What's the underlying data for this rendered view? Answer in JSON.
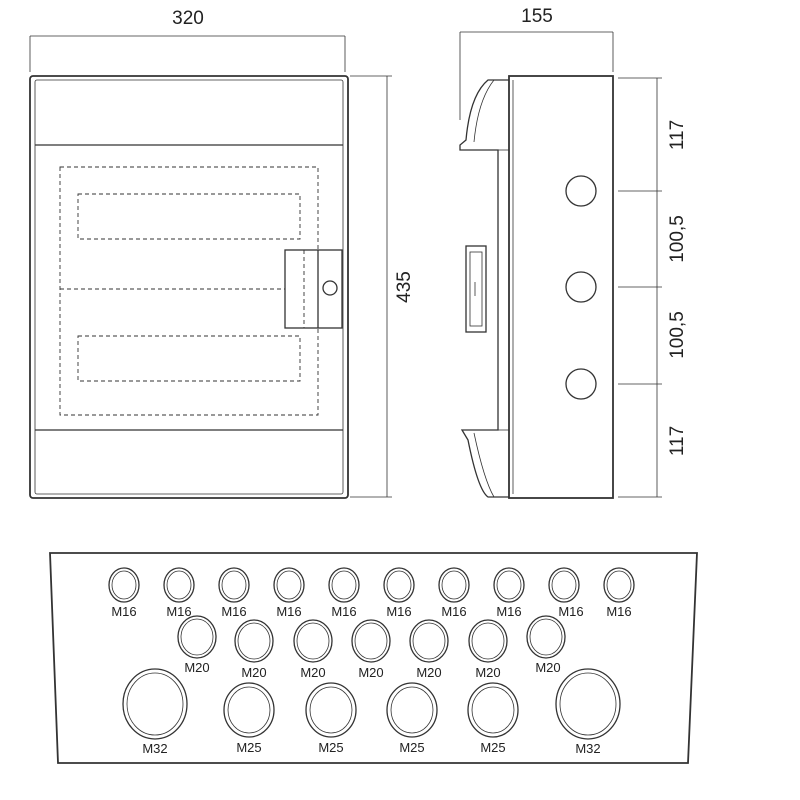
{
  "dimensions": {
    "width": "320",
    "depth": "155",
    "height": "435",
    "top_offset": "117",
    "spacing_1": "100,5",
    "spacing_2": "100,5",
    "bottom_offset": "117"
  },
  "knockouts": {
    "row1": [
      "M16",
      "M16",
      "M16",
      "M16",
      "M16",
      "M16",
      "M16",
      "M16",
      "M16",
      "M16"
    ],
    "row2": [
      "M20",
      "M20",
      "M20",
      "M20",
      "M20",
      "M20",
      "M20"
    ],
    "row3": [
      "M32",
      "M25",
      "M25",
      "M25",
      "M25",
      "M32"
    ]
  },
  "colors": {
    "line": "#333333",
    "background": "#ffffff"
  }
}
